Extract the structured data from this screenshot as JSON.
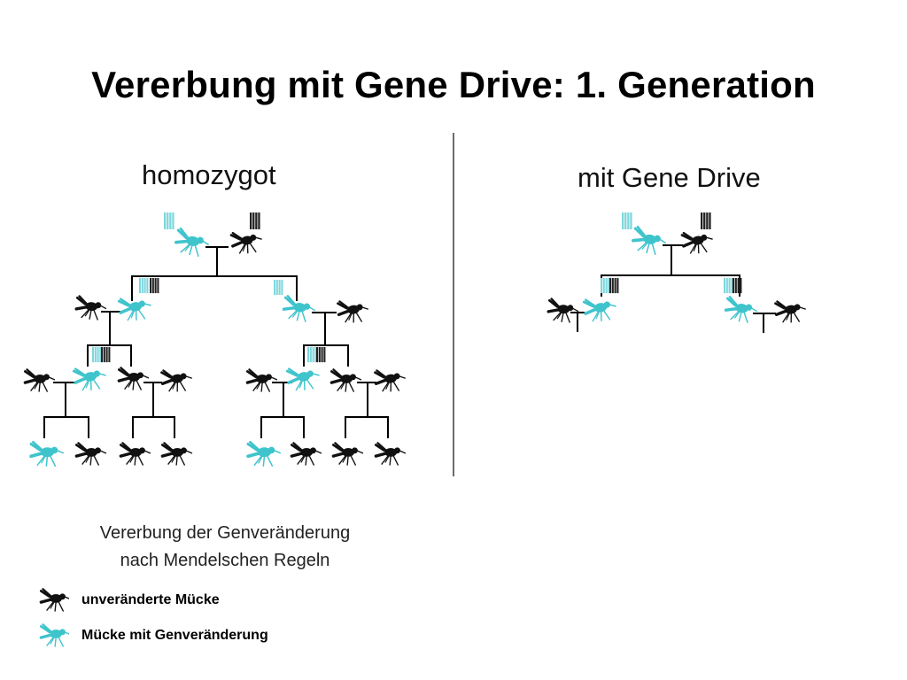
{
  "title": "Vererbung mit Gene Drive: 1. Generation",
  "left_panel": {
    "title": "homozygot"
  },
  "right_panel": {
    "title": "mit Gene Drive"
  },
  "caption": {
    "line1": "Vererbung der Genveränderung",
    "line2": "nach Mendelschen Regeln"
  },
  "legend": {
    "unchanged": {
      "label": "unveränderte Mücke",
      "color": "#111111",
      "icon": "mosquito-icon"
    },
    "modified": {
      "label": "Mücke mit Genveränderung",
      "color": "#3fc4cc",
      "icon": "mosquito-icon"
    }
  },
  "colors": {
    "line": "#000000",
    "modified": "#3fc4cc",
    "unchanged": "#111111",
    "divider": "#6b6b6b"
  }
}
